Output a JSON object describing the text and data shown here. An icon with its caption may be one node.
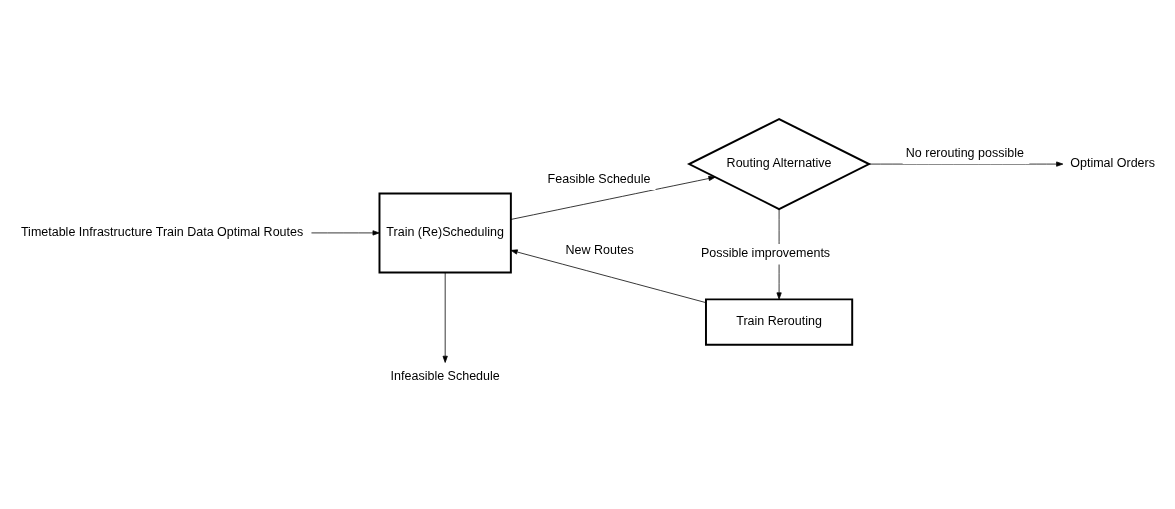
{
  "diagram": {
    "nodes": [
      {
        "text": [
          "Timetable Infrastructure Train Data Optimal Routes"
        ]
      },
      {
        "text": [
          "Train (Re)Scheduling"
        ]
      },
      {
        "text": [
          "Infeasible Schedule"
        ]
      },
      {
        "text": [
          "Routing Alternative"
        ]
      },
      {
        "text": [
          "Optimal Orders"
        ]
      },
      {
        "text": [
          "Train Rerouting"
        ]
      }
    ],
    "edges": [
      {
        "from": 0,
        "to": 1,
        "arrow": "to"
      },
      {
        "from": 1,
        "to": 2,
        "arrow": "to"
      },
      {
        "from": 1,
        "to": 3,
        "arrow": "to",
        "label": "Feasible Schedule"
      },
      {
        "from": 3,
        "to": 4,
        "arrow": "to",
        "label": "No rerouting possible"
      },
      {
        "from": 3,
        "to": 5,
        "arrow": "to",
        "label": "Possible improvements"
      },
      {
        "from": 5,
        "to": 1,
        "arrow": "to",
        "label": "New Routes"
      }
    ]
  }
}
